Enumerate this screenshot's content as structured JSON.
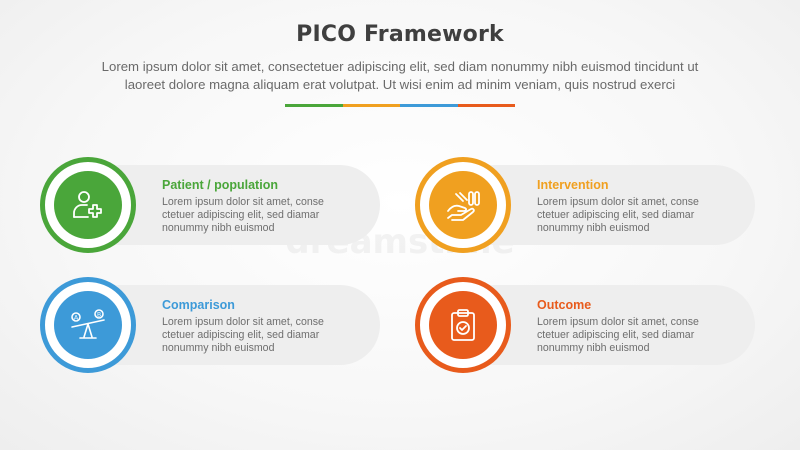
{
  "header": {
    "title": "PICO Framework",
    "subtitle_line1": "Lorem ipsum dolor sit amet, consectetuer adipiscing elit, sed diam nonummy nibh euismod tincidunt ut",
    "subtitle_line2": "laoreet dolore magna aliquam erat volutpat. Ut wisi enim ad minim veniam, quis nostrud exerci"
  },
  "divider_colors": [
    "#4aa63a",
    "#f0a020",
    "#3d9ad8",
    "#e85b1c"
  ],
  "watermark": "dreamstime",
  "cards": [
    {
      "title": "Patient / population",
      "color": "#4aa63a",
      "icon": "person-plus-icon",
      "line1": "Lorem ipsum dolor sit amet, conse",
      "line2": "ctetuer adipiscing elit, sed diamar",
      "line3": "nonummy nibh euismod"
    },
    {
      "title": "Intervention",
      "color": "#f0a020",
      "icon": "hand-pills-icon",
      "line1": "Lorem ipsum dolor sit amet, conse",
      "line2": "ctetuer adipiscing elit, sed diamar",
      "line3": "nonummy nibh euismod"
    },
    {
      "title": "Comparison",
      "color": "#3d9ad8",
      "icon": "seesaw-ab-icon",
      "line1": "Lorem ipsum dolor sit amet, conse",
      "line2": "ctetuer adipiscing elit, sed diamar",
      "line3": "nonummy nibh euismod"
    },
    {
      "title": "Outcome",
      "color": "#e85b1c",
      "icon": "clipboard-check-icon",
      "line1": "Lorem ipsum dolor sit amet, conse",
      "line2": "ctetuer adipiscing elit, sed diamar",
      "line3": "nonummy nibh euismod"
    }
  ]
}
